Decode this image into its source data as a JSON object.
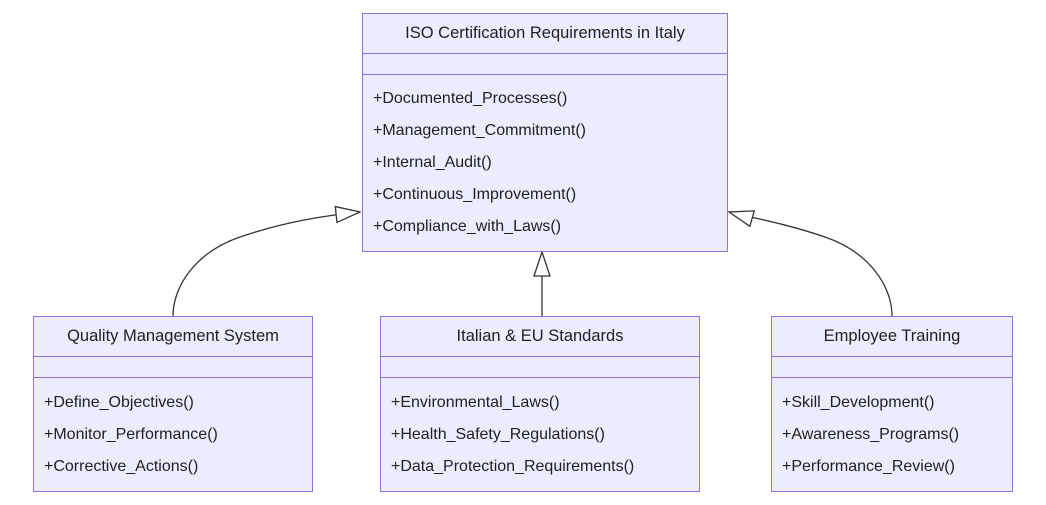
{
  "diagram": {
    "kind": "uml-class-diagram",
    "background": "#ffffff",
    "colors": {
      "box_fill": "#ECECFF",
      "box_border": "#9370DB",
      "edge_line": "#333333",
      "text": "#1f1f1f"
    },
    "classes": [
      {
        "id": "iso",
        "title": "ISO Certification Requirements in Italy",
        "attributes": [],
        "methods": [
          "+Documented_Processes()",
          "+Management_Commitment()",
          "+Internal_Audit()",
          "+Continuous_Improvement()",
          "+Compliance_with_Laws()"
        ]
      },
      {
        "id": "qms",
        "title": "Quality Management System",
        "attributes": [],
        "methods": [
          "+Define_Objectives()",
          "+Monitor_Performance()",
          "+Corrective_Actions()"
        ]
      },
      {
        "id": "standards",
        "title": "Italian & EU Standards",
        "attributes": [],
        "methods": [
          "+Environmental_Laws()",
          "+Health_Safety_Regulations()",
          "+Data_Protection_Requirements()"
        ]
      },
      {
        "id": "training",
        "title": "Employee Training",
        "attributes": [],
        "methods": [
          "+Skill_Development()",
          "+Awareness_Programs()",
          "+Performance_Review()"
        ]
      }
    ],
    "relations": [
      {
        "from": "Quality Management System",
        "to": "ISO Certification Requirements in Italy",
        "type": "inheritance"
      },
      {
        "from": "Italian & EU Standards",
        "to": "ISO Certification Requirements in Italy",
        "type": "inheritance"
      },
      {
        "from": "Employee Training",
        "to": "ISO Certification Requirements in Italy",
        "type": "inheritance"
      }
    ]
  }
}
